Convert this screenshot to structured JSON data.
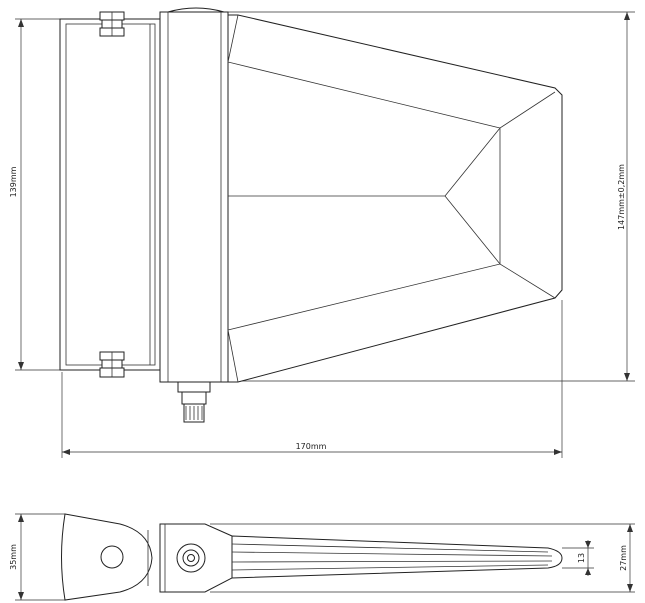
{
  "dimensions": {
    "top_view_height_left": "139mm",
    "top_view_height_right": "147mm±0,2mm",
    "top_view_width": "170mm",
    "side_view_height_left": "35mm",
    "side_view_inner": "13",
    "side_view_height_right": "27mm"
  }
}
